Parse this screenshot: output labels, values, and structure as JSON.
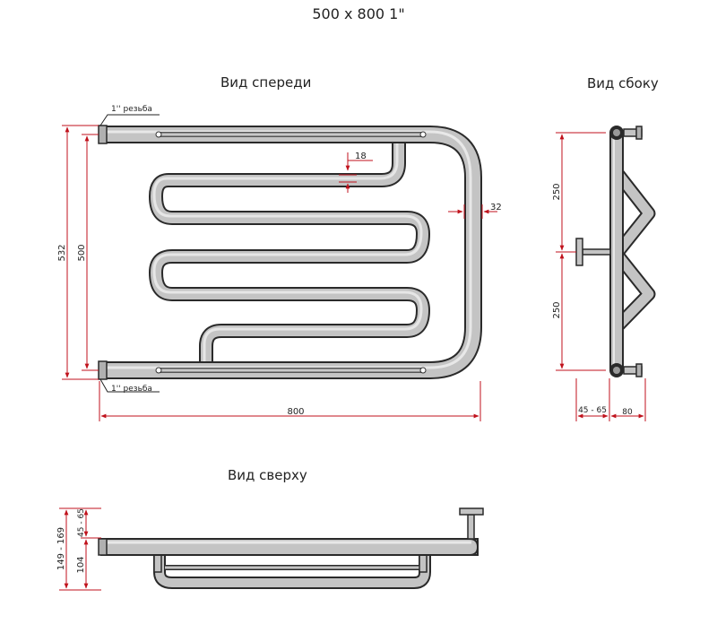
{
  "title": "500 x 800 1\"",
  "views": {
    "front": "Вид спереди",
    "side": "Вид сбоку",
    "top": "Вид сверху"
  },
  "thread_label": "1'' резьба",
  "dims": {
    "height_total": "532",
    "height_centers": "500",
    "width": "800",
    "gap_top": "18",
    "pipe_offset": "32",
    "side_upper": "250",
    "side_lower": "250",
    "side_wall": "45 - 65",
    "side_depth": "80",
    "top_total": "149 - 169",
    "top_wall": "45 - 65",
    "top_depth": "104"
  },
  "colors": {
    "dimension_line": "#c0121c",
    "pipe_outline": "#2a2a2a",
    "pipe_fill": "#c4c4c4"
  }
}
